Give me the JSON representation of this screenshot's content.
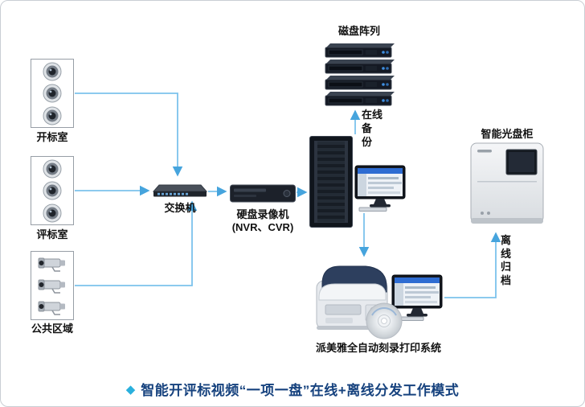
{
  "groups": {
    "bid_opening_room": {
      "label": "开标室"
    },
    "bid_evaluation_room": {
      "label": "评标室"
    },
    "public_area": {
      "label": "公共区域"
    }
  },
  "devices": {
    "switch": {
      "label": "交换机"
    },
    "dvr": {
      "label_line1": "硬盘录像机",
      "label_line2": "(NVR、CVR)"
    },
    "disk_array": {
      "label": "磁盘阵列"
    },
    "disc_printer": {
      "label": "派美雅全自动刻录打印系统"
    },
    "disc_cabinet": {
      "label": "智能光盘柜"
    }
  },
  "flows": {
    "online_backup": {
      "lines": [
        "在线",
        "备",
        "份"
      ]
    },
    "offline_archive": {
      "lines": [
        "离",
        "线",
        "归",
        "档"
      ]
    }
  },
  "title": {
    "icon": "◆",
    "text": "智能开评标视频“一项一盘”在线+离线分发工作模式"
  },
  "colors": {
    "line": "#7cc2ec",
    "arrow": "#46a4dd",
    "title": "#16427e",
    "title_icon": "#2ab0dd"
  }
}
